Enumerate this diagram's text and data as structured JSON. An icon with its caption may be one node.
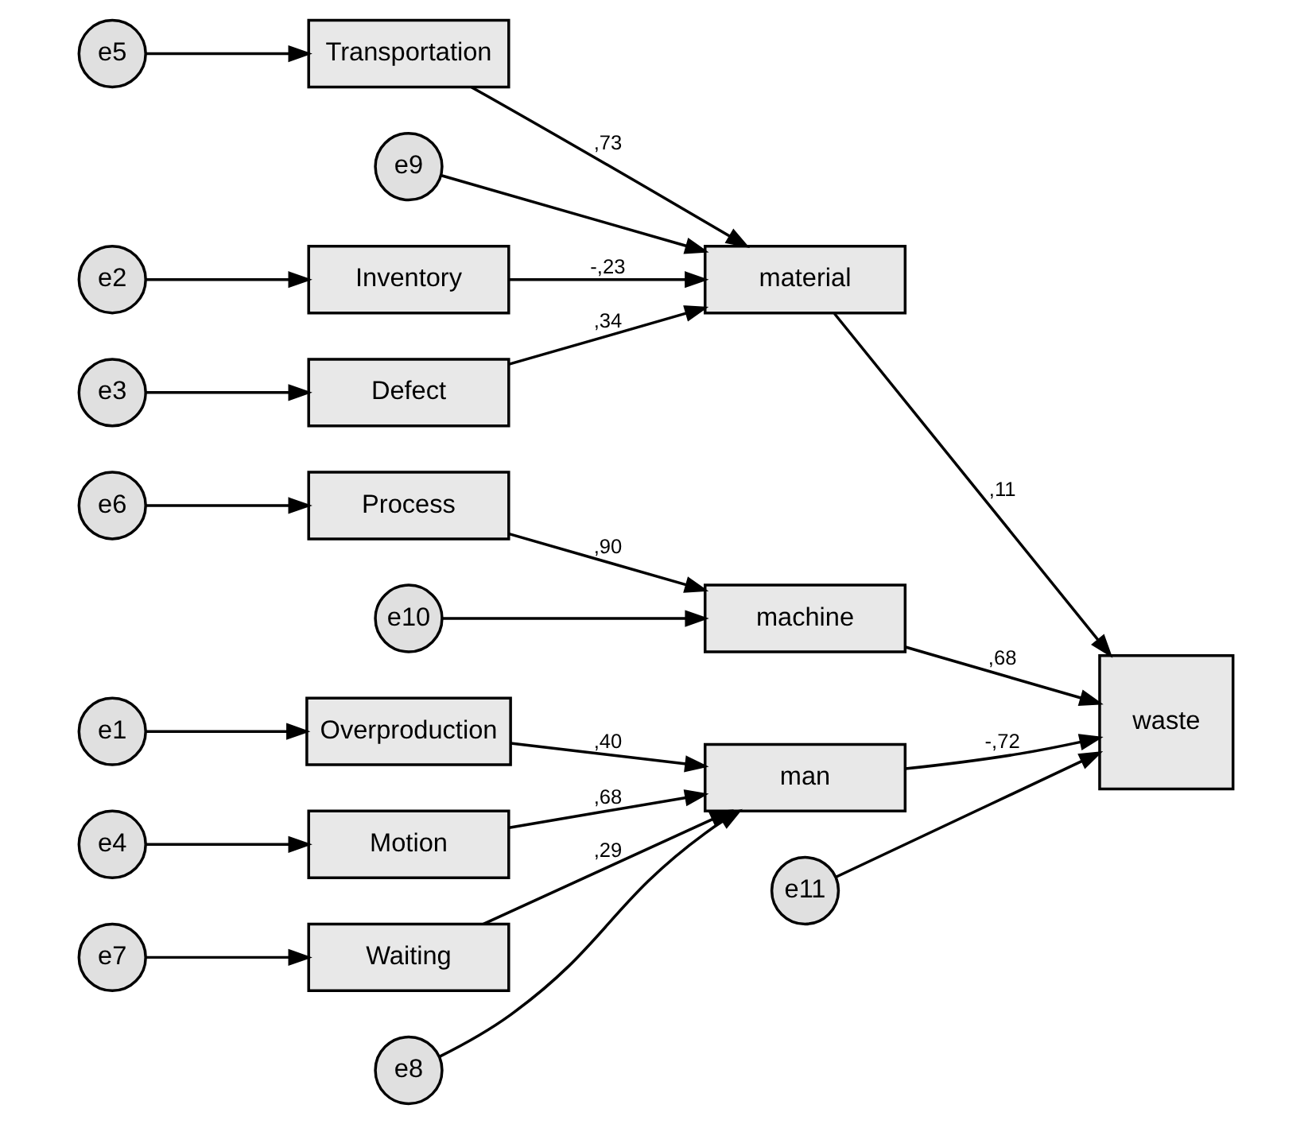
{
  "diagram": {
    "nodes": [
      {
        "text": [
          "e1"
        ]
      },
      {
        "text": [
          "Overproduction"
        ]
      },
      {
        "text": [
          "e2"
        ]
      },
      {
        "text": [
          "Inventory"
        ]
      },
      {
        "text": [
          "e3"
        ]
      },
      {
        "text": [
          "Defect"
        ]
      },
      {
        "text": [
          "e4"
        ]
      },
      {
        "text": [
          "Motion"
        ]
      },
      {
        "text": [
          "e5"
        ]
      },
      {
        "text": [
          "Transportation"
        ]
      },
      {
        "text": [
          "e6"
        ]
      },
      {
        "text": [
          "Process"
        ]
      },
      {
        "text": [
          "e7"
        ]
      },
      {
        "text": [
          "Waiting"
        ]
      },
      {
        "text": [
          "e8"
        ]
      },
      {
        "text": [
          "man"
        ]
      },
      {
        "text": [
          "material"
        ]
      },
      {
        "text": [
          "e9"
        ]
      },
      {
        "text": [
          "machine"
        ]
      },
      {
        "text": [
          "e10"
        ]
      },
      {
        "text": [
          "waste"
        ]
      },
      {
        "text": [
          "e11"
        ]
      }
    ],
    "edges": [
      {
        "from": 0,
        "to": 1,
        "arrow": "to"
      },
      {
        "from": 2,
        "to": 3,
        "arrow": "to"
      },
      {
        "from": 4,
        "to": 5,
        "arrow": "to"
      },
      {
        "from": 6,
        "to": 7,
        "arrow": "to"
      },
      {
        "from": 8,
        "to": 9,
        "arrow": "to"
      },
      {
        "from": 10,
        "to": 11,
        "arrow": "to"
      },
      {
        "from": 12,
        "to": 13,
        "arrow": "to"
      },
      {
        "from": 1,
        "to": 15,
        "arrow": "to",
        "label": ",40"
      },
      {
        "from": 3,
        "to": 16,
        "arrow": "to",
        "label": "-,23"
      },
      {
        "from": 5,
        "to": 16,
        "arrow": "to",
        "label": ",34"
      },
      {
        "from": 7,
        "to": 15,
        "arrow": "to",
        "label": ",68"
      },
      {
        "from": 9,
        "to": 16,
        "arrow": "to",
        "label": ",73"
      },
      {
        "from": 11,
        "to": 18,
        "arrow": "to",
        "label": ",90"
      },
      {
        "from": 13,
        "to": 15,
        "arrow": "to",
        "label": ",29"
      },
      {
        "from": 14,
        "to": 15,
        "arrow": "to"
      },
      {
        "from": 17,
        "to": 16,
        "arrow": "to"
      },
      {
        "from": 19,
        "to": 18,
        "arrow": "to"
      },
      {
        "from": 15,
        "to": 20,
        "arrow": "to",
        "label": "-,72"
      },
      {
        "from": 16,
        "to": 20,
        "arrow": "to",
        "label": ",11"
      },
      {
        "from": 18,
        "to": 20,
        "arrow": "to",
        "label": ",68"
      },
      {
        "from": 21,
        "to": 20,
        "arrow": "to"
      }
    ]
  }
}
